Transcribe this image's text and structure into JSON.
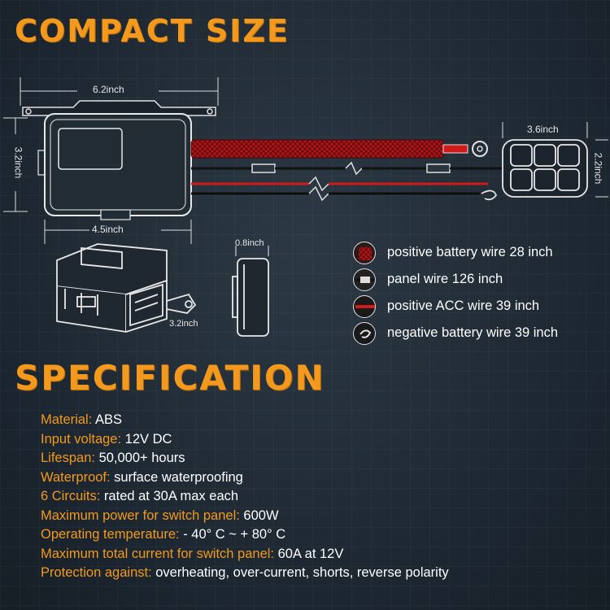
{
  "headings": {
    "compact": "COMPACT SIZE",
    "specification": "SPECIFICATION"
  },
  "dimensions": {
    "box_width": "6.2inch",
    "box_height": "3.2inch",
    "box_bottom": "4.5inch",
    "panel_width": "3.6inch",
    "panel_height": "2.2inch",
    "side_depth": "0.8inch",
    "iso_depth": "3.2inch"
  },
  "legend": [
    {
      "icon": "red-braided-wire-icon",
      "label": "positive battery wire 28 inch"
    },
    {
      "icon": "panel-connector-wire-icon",
      "label": "panel wire 126 inch"
    },
    {
      "icon": "red-wire-icon",
      "label": "positive ACC wire 39 inch"
    },
    {
      "icon": "ring-terminal-icon",
      "label": "negative battery wire 39 inch"
    }
  ],
  "specs": [
    {
      "label": "Material: ",
      "value": "ABS"
    },
    {
      "label": "Input voltage: ",
      "value": "12V DC"
    },
    {
      "label": "Lifespan: ",
      "value": "50,000+ hours"
    },
    {
      "label": "Waterproof: ",
      "value": "surface waterproofing"
    },
    {
      "label": "6 Circuits: ",
      "value": "rated at 30A max each"
    },
    {
      "label": "Maximum power for switch panel: ",
      "value": "600W"
    },
    {
      "label": "Operating temperature: ",
      "value": "- 40° C ~ + 80° C"
    },
    {
      "label": "Maximum total current for switch panel: ",
      "value": "60A at 12V"
    },
    {
      "label": "Protection against: ",
      "value": "overheating, over-current, shorts, reverse polarity"
    }
  ],
  "colors": {
    "accent": "#f39a1e",
    "background": "#1f2a34",
    "wire_red": "#d11a1a"
  }
}
